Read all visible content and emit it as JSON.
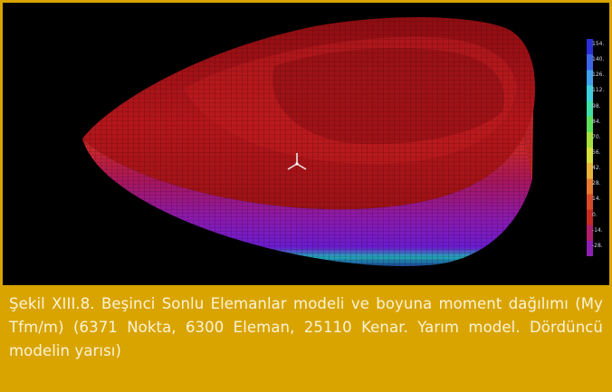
{
  "figure": {
    "caption": "Şekil XIII.8. Beşinci Sonlu Elemanlar modeli ve boyuna moment dağılımı (My Tfm/m) (6371 Nokta, 6300 Eleman, 25110 Kenar. Yarım model. Dördüncü modelin yarısı)"
  },
  "legend": {
    "labels": [
      "154.",
      "140.",
      "126.",
      "112.",
      "98.",
      "84.",
      "70.",
      "56.",
      "42.",
      "28.",
      "14.",
      "0.",
      "-14.",
      "-28."
    ],
    "colors": [
      "#2b2fd9",
      "#3d65e8",
      "#3fa1ee",
      "#3fd1e0",
      "#3fe0a8",
      "#5fe05a",
      "#a8e03f",
      "#d7e03f",
      "#e8b43a",
      "#e87a34",
      "#d94a2b",
      "#c62a24",
      "#b01f6a",
      "#8e1fb5"
    ]
  },
  "colors": {
    "frame": "#d9a400",
    "viewport_bg": "#000000",
    "shell_top": "#b3151a",
    "caption_text": "#fbf3d6"
  },
  "icons": {
    "axis_triad": "xyz-axis-triad-icon"
  }
}
